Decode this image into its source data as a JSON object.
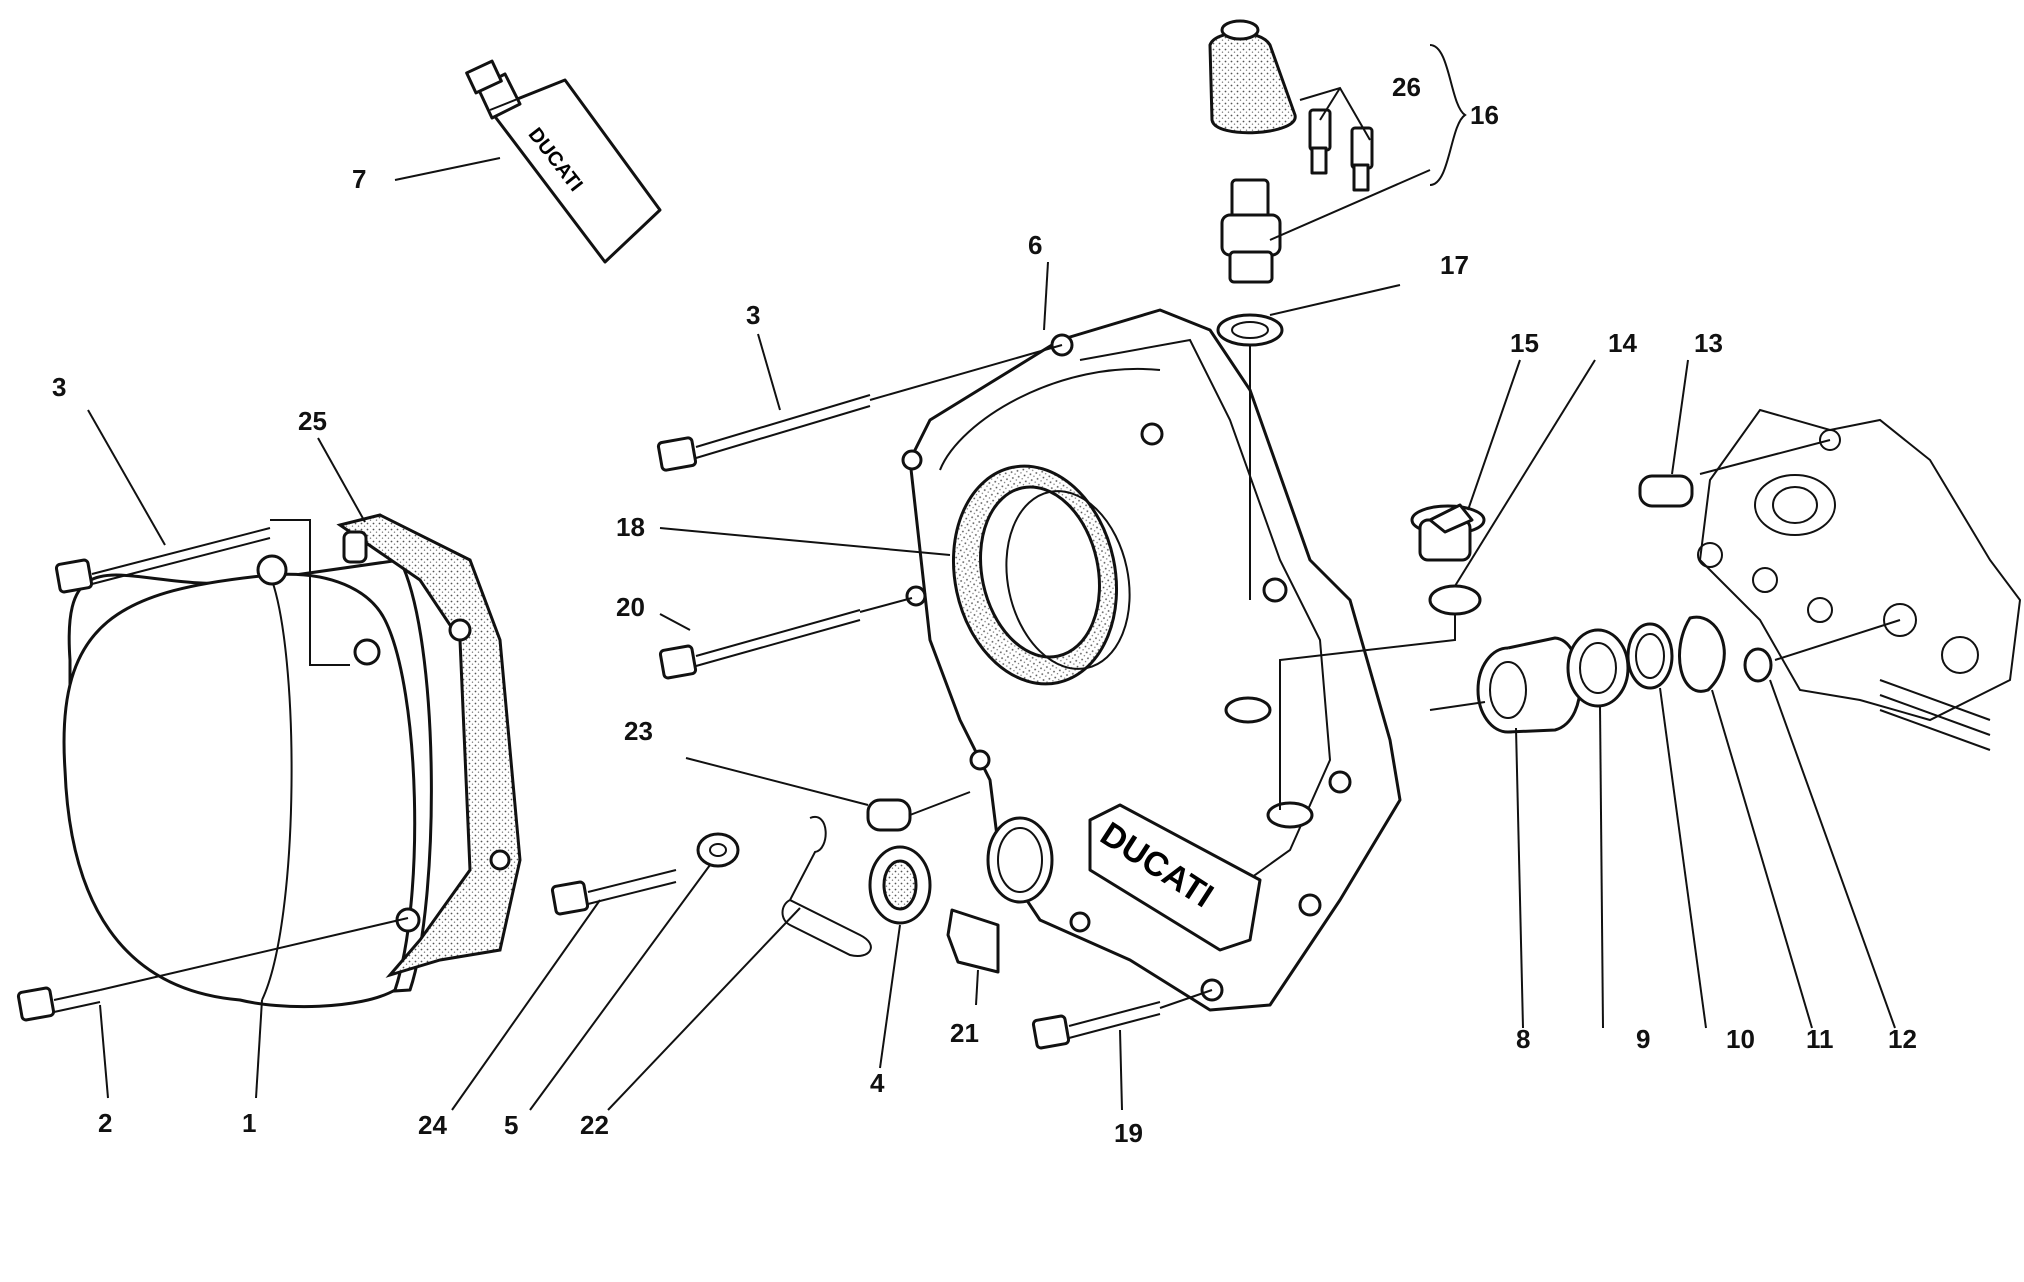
{
  "diagram": {
    "brand_text": "DUCATI",
    "tube_brand_text": "DUCATI",
    "callouts": [
      {
        "id": "1",
        "text": "1"
      },
      {
        "id": "2",
        "text": "2"
      },
      {
        "id": "3a",
        "text": "3"
      },
      {
        "id": "3b",
        "text": "3"
      },
      {
        "id": "4",
        "text": "4"
      },
      {
        "id": "5",
        "text": "5"
      },
      {
        "id": "6",
        "text": "6"
      },
      {
        "id": "7",
        "text": "7"
      },
      {
        "id": "8",
        "text": "8"
      },
      {
        "id": "9",
        "text": "9"
      },
      {
        "id": "10",
        "text": "10"
      },
      {
        "id": "11",
        "text": "11"
      },
      {
        "id": "12",
        "text": "12"
      },
      {
        "id": "13",
        "text": "13"
      },
      {
        "id": "14",
        "text": "14"
      },
      {
        "id": "15",
        "text": "15"
      },
      {
        "id": "16",
        "text": "16"
      },
      {
        "id": "17",
        "text": "17"
      },
      {
        "id": "18",
        "text": "18"
      },
      {
        "id": "19",
        "text": "19"
      },
      {
        "id": "20",
        "text": "20"
      },
      {
        "id": "21",
        "text": "21"
      },
      {
        "id": "22",
        "text": "22"
      },
      {
        "id": "23",
        "text": "23"
      },
      {
        "id": "24",
        "text": "24"
      },
      {
        "id": "25",
        "text": "25"
      },
      {
        "id": "26",
        "text": "26"
      }
    ]
  }
}
